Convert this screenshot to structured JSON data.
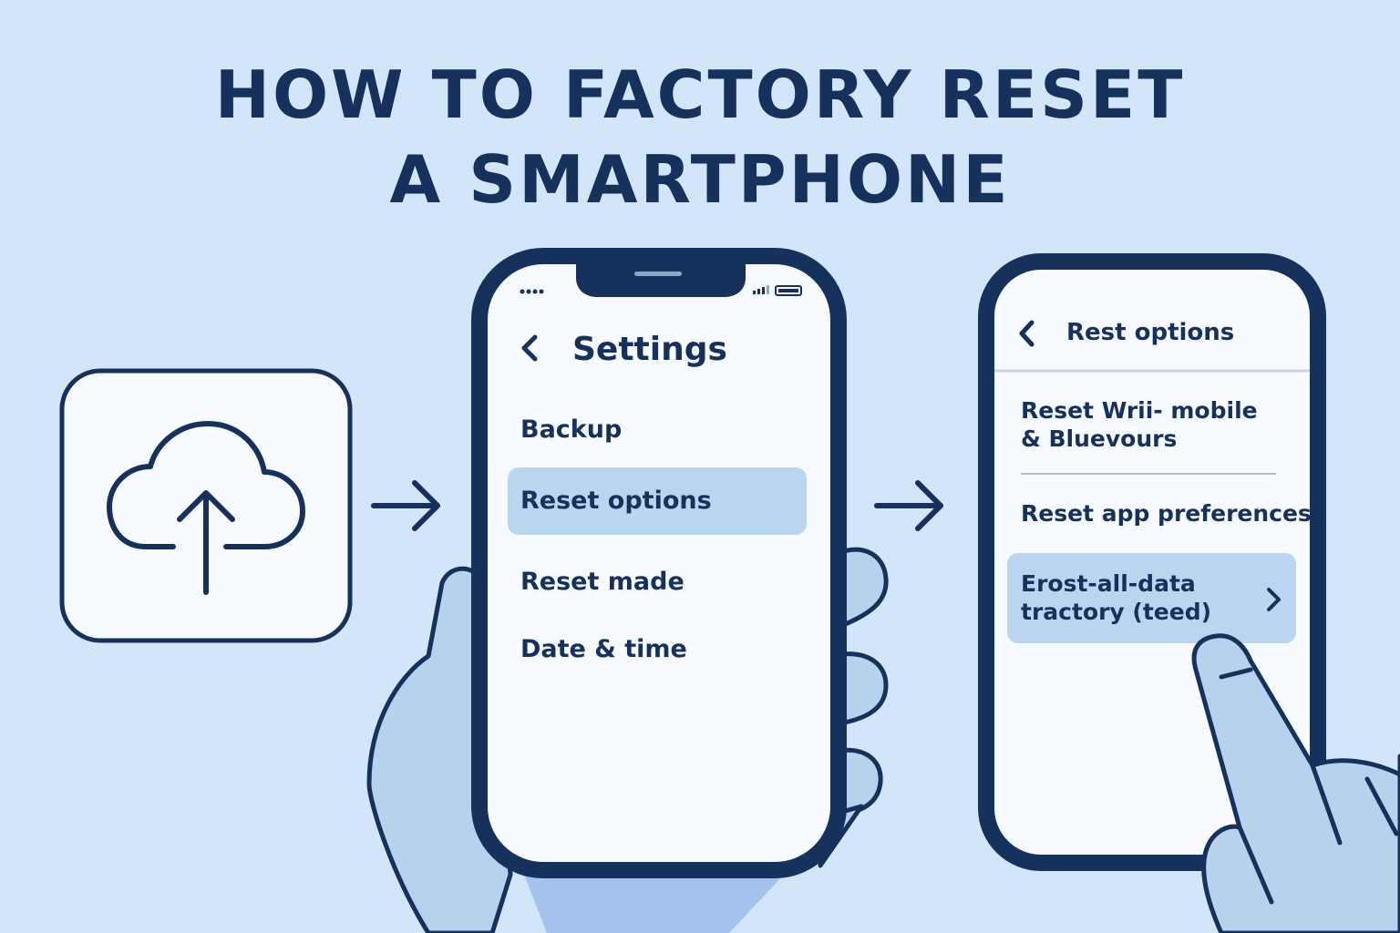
{
  "title": {
    "line1": "HOW TO FACTORY RESET",
    "line2": "A SMARTPHONE"
  },
  "icons": {
    "step1": "cloud-upload-icon",
    "arrow": "arrow-right-icon",
    "back": "chevron-left-icon",
    "chevron": "chevron-right-icon"
  },
  "phone1": {
    "header": "Settings",
    "items": [
      {
        "label": "Backup"
      },
      {
        "label": "Reset options",
        "highlighted": true
      },
      {
        "label": "Reset made"
      },
      {
        "label": "Date & time"
      }
    ]
  },
  "phone2": {
    "header": "Rest options",
    "items": [
      {
        "line1": "Reset Wrii- mobile",
        "line2": "& Bluevours"
      },
      {
        "line1": "Reset app preferences"
      },
      {
        "line1": "Erost-all-data",
        "line2": "tractory (teed)",
        "highlighted": true
      }
    ]
  },
  "colors": {
    "background": "#d3e6f9",
    "navy": "#16325c",
    "highlight": "#b9d5ef",
    "hand": "#b8d2ee",
    "screen": "#f7fafe"
  }
}
